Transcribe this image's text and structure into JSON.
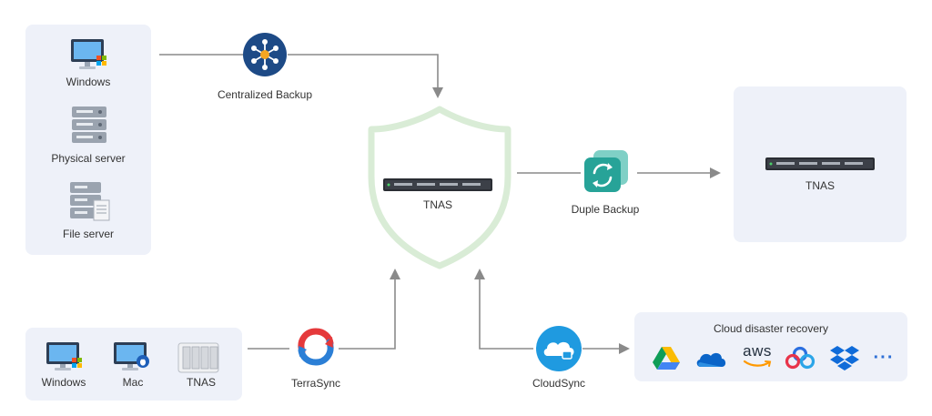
{
  "sources": {
    "windows_label": "Windows",
    "physical_server_label": "Physical server",
    "file_server_label": "File server"
  },
  "centralized_backup": {
    "label": "Centralized Backup"
  },
  "central_tnas": {
    "label": "TNAS"
  },
  "duple_backup": {
    "label": "Duple Backup"
  },
  "remote_tnas": {
    "label": "TNAS"
  },
  "clients": {
    "windows_label": "Windows",
    "mac_label": "Mac",
    "tnas_label": "TNAS"
  },
  "terrasync": {
    "label": "TerraSync"
  },
  "cloudsync": {
    "label": "CloudSync"
  },
  "cloud": {
    "title": "Cloud disaster recovery",
    "aws_text": "aws",
    "more_text": "···"
  },
  "colors": {
    "panel_bg": "#eef1f9",
    "arrow": "#8a8a8a",
    "shield_border": "#d9ecd6",
    "centralized_icon": "#1d4a86",
    "duple_icon": "#27a398",
    "cloudsync_icon": "#1f9ae0"
  },
  "icons": {
    "centralized_backup": "hub-network-icon",
    "duple_backup": "sync-copy-icon",
    "terrasync": "circular-sync-icon",
    "cloudsync": "cloud-lock-icon",
    "cloud_providers": [
      "google-drive-icon",
      "onedrive-icon",
      "aws-icon",
      "baidu-cloud-icon",
      "dropbox-icon",
      "more-icon"
    ]
  }
}
